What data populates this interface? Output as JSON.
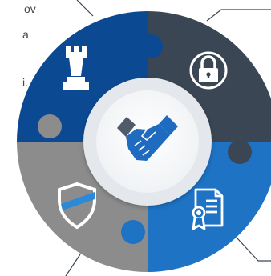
{
  "text_fragments": [
    "ov",
    "a",
    "i."
  ],
  "colors": {
    "top_left": "#0b4a92",
    "top_right": "#3b4654",
    "bottom_right": "#1e73c5",
    "bottom_left": "#8c8c8c",
    "center_ring": "#e4e7eb",
    "center_disk": "#f8f9fa",
    "handshake_primary": "#1e6bbf",
    "handshake_secondary": "#4f5b69"
  },
  "icons": [
    "chess-rook-icon",
    "padlock-icon",
    "shield-icon",
    "certificate-icon",
    "handshake-icon"
  ]
}
